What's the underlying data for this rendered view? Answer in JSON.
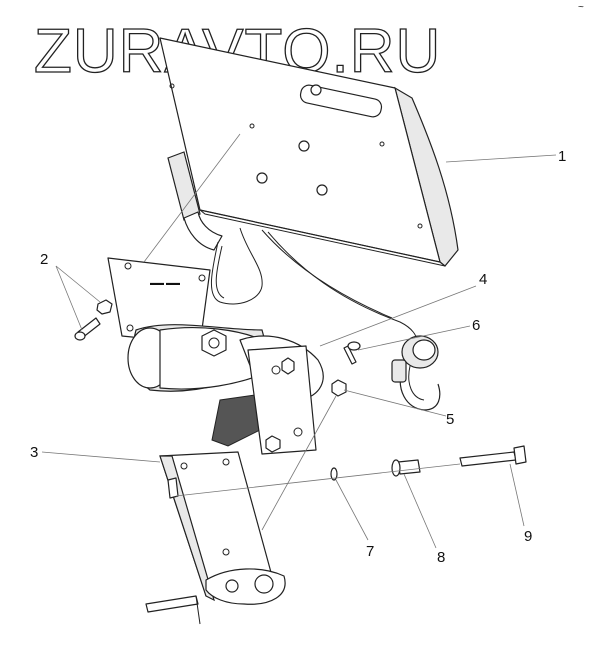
{
  "watermark": "ZURAVTO.RU",
  "corner_mark": "~",
  "callouts": [
    {
      "id": "c1",
      "label": "1"
    },
    {
      "id": "c2",
      "label": "2"
    },
    {
      "id": "c3",
      "label": "3"
    },
    {
      "id": "c4",
      "label": "4"
    },
    {
      "id": "c5",
      "label": "5"
    },
    {
      "id": "c6",
      "label": "6"
    },
    {
      "id": "c7",
      "label": "7"
    },
    {
      "id": "c8",
      "label": "8"
    },
    {
      "id": "c9",
      "label": "9"
    }
  ]
}
